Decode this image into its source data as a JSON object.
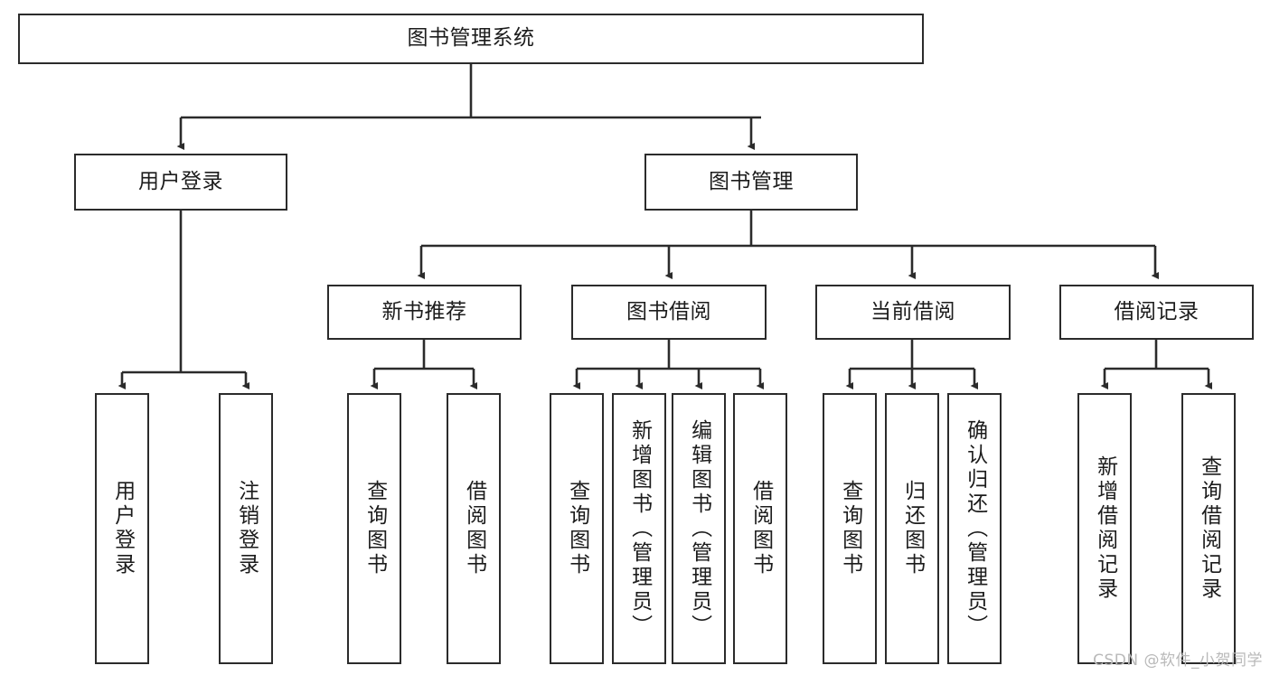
{
  "diagram": {
    "title": "图书管理系统",
    "type": "tree-hierarchy",
    "watermark": "CSDN @软件_小贺同学",
    "colors": {
      "box_border": "#2b2b2b",
      "box_fill": "#ffffff",
      "edge": "#2b2b2b",
      "text": "#1c1c1c",
      "watermark": "#b9b9b9",
      "background": "#ffffff"
    }
  },
  "nodes": {
    "root": {
      "label": "图书管理系统"
    },
    "level2": [
      {
        "id": "user-login",
        "label": "用户登录"
      },
      {
        "id": "book-manage",
        "label": "图书管理"
      }
    ],
    "level3": [
      {
        "id": "new-book-rec",
        "label": "新书推荐"
      },
      {
        "id": "book-borrow",
        "label": "图书借阅"
      },
      {
        "id": "current-borrow",
        "label": "当前借阅"
      },
      {
        "id": "borrow-record",
        "label": "借阅记录"
      }
    ],
    "leaves": {
      "user_login": [
        {
          "id": "leaf-user-login",
          "label": "用户登录"
        },
        {
          "id": "leaf-logout",
          "label": "注销登录"
        }
      ],
      "new_book_rec": [
        {
          "id": "leaf-query-book-1",
          "label": "查询图书"
        },
        {
          "id": "leaf-borrow-book-1",
          "label": "借阅图书"
        }
      ],
      "book_borrow": [
        {
          "id": "leaf-query-book-2",
          "label": "查询图书"
        },
        {
          "id": "leaf-add-book",
          "label": "新增图书（管理员）"
        },
        {
          "id": "leaf-edit-book",
          "label": "编辑图书（管理员）"
        },
        {
          "id": "leaf-borrow-book-2",
          "label": "借阅图书"
        }
      ],
      "current_borrow": [
        {
          "id": "leaf-query-book-3",
          "label": "查询图书"
        },
        {
          "id": "leaf-return-book",
          "label": "归还图书"
        },
        {
          "id": "leaf-confirm-return",
          "label": "确认归还（管理员）"
        }
      ],
      "borrow_record": [
        {
          "id": "leaf-add-record",
          "label": "新增借阅记录"
        },
        {
          "id": "leaf-query-record",
          "label": "查询借阅记录"
        }
      ]
    }
  }
}
